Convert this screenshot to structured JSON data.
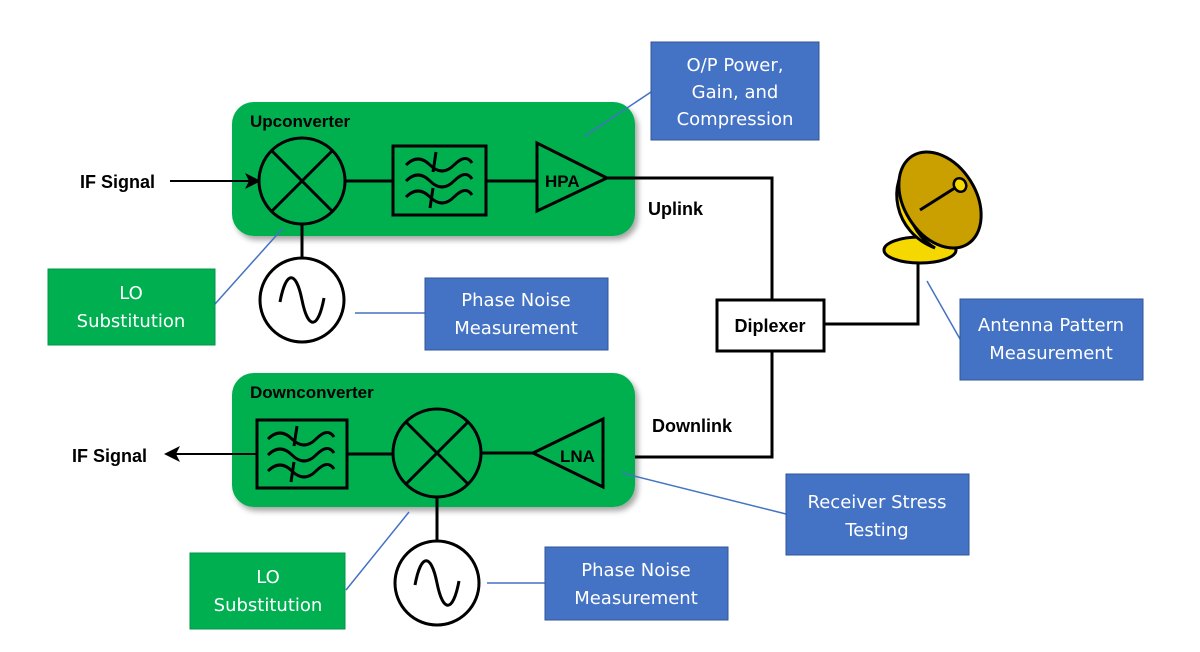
{
  "diagram": {
    "title": "Satellite transceiver test points",
    "colors": {
      "converter_green": "#00b050",
      "callout_blue": "#4472c4",
      "callout_blue_border": "#2f5597",
      "dish_dark": "#c9a000",
      "dish_light": "#f5d800",
      "line": "#000000"
    },
    "upconverter": {
      "label": "Upconverter",
      "amplifier_label": "HPA",
      "input_label": "IF Signal"
    },
    "downconverter": {
      "label": "Downconverter",
      "amplifier_label": "LNA",
      "output_label": "IF Signal"
    },
    "links": {
      "uplink": "Uplink",
      "downlink": "Downlink"
    },
    "diplexer": {
      "label": "Diplexer"
    },
    "antenna": {
      "icon": "satellite-dish-icon"
    },
    "callouts": {
      "op_power": [
        "O/P Power,",
        "Gain, and",
        "Compression"
      ],
      "lo_sub_top": [
        "LO",
        "Substitution"
      ],
      "phase_noise_top": [
        "Phase Noise",
        "Measurement"
      ],
      "antenna_pattern": [
        "Antenna Pattern",
        "Measurement"
      ],
      "receiver_stress": [
        "Receiver Stress",
        "Testing"
      ],
      "lo_sub_bottom": [
        "LO",
        "Substitution"
      ],
      "phase_noise_bottom": [
        "Phase Noise",
        "Measurement"
      ]
    }
  }
}
